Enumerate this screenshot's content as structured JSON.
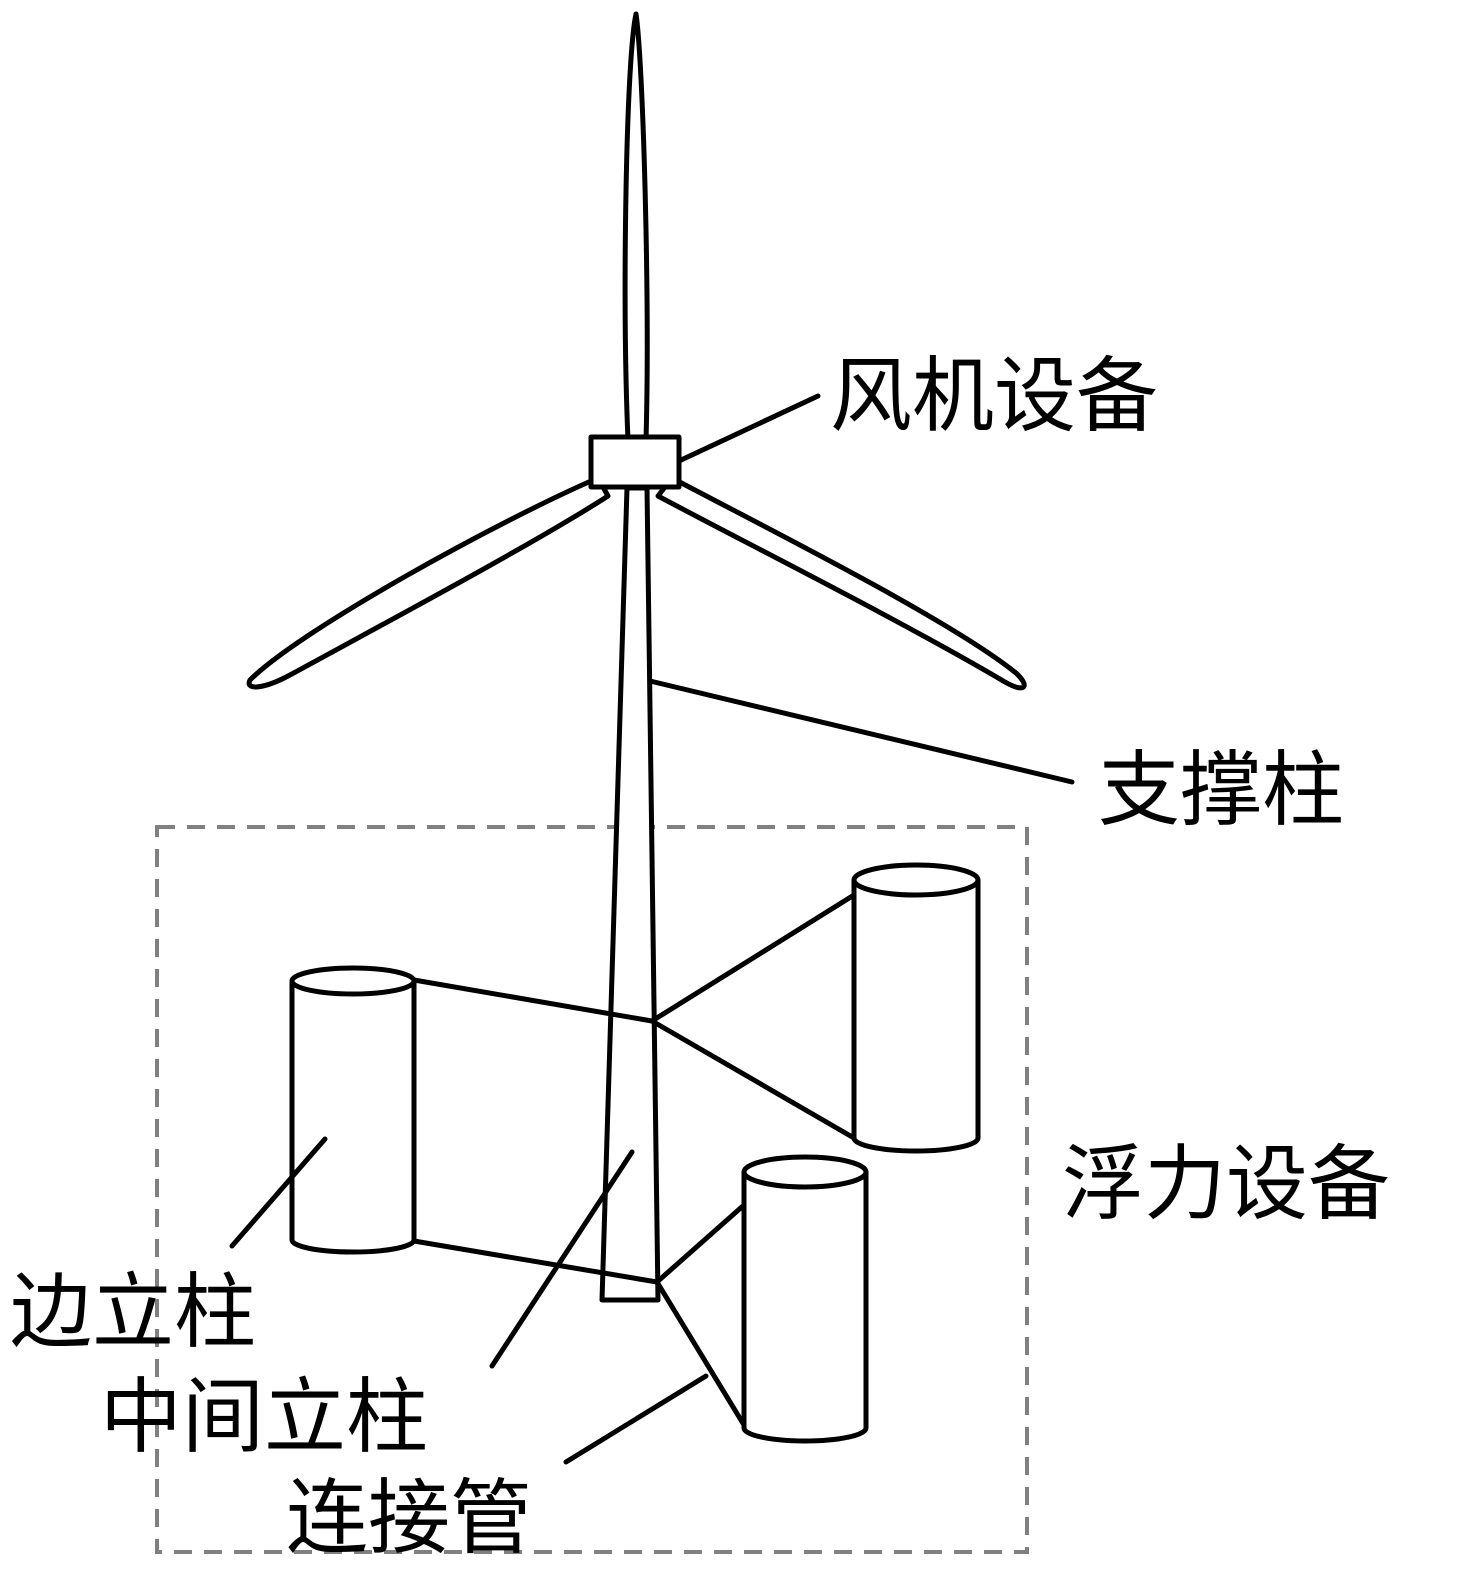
{
  "diagram": {
    "labels": {
      "turbine_equipment": "风机设备",
      "support_column": "支撑柱",
      "buoyancy_equipment": "浮力设备",
      "side_column": "边立柱",
      "middle_column": "中间立柱",
      "connecting_pipe": "连接管"
    },
    "colors": {
      "line": "#000000",
      "dashed_box": "#808080",
      "background": "#ffffff"
    }
  }
}
